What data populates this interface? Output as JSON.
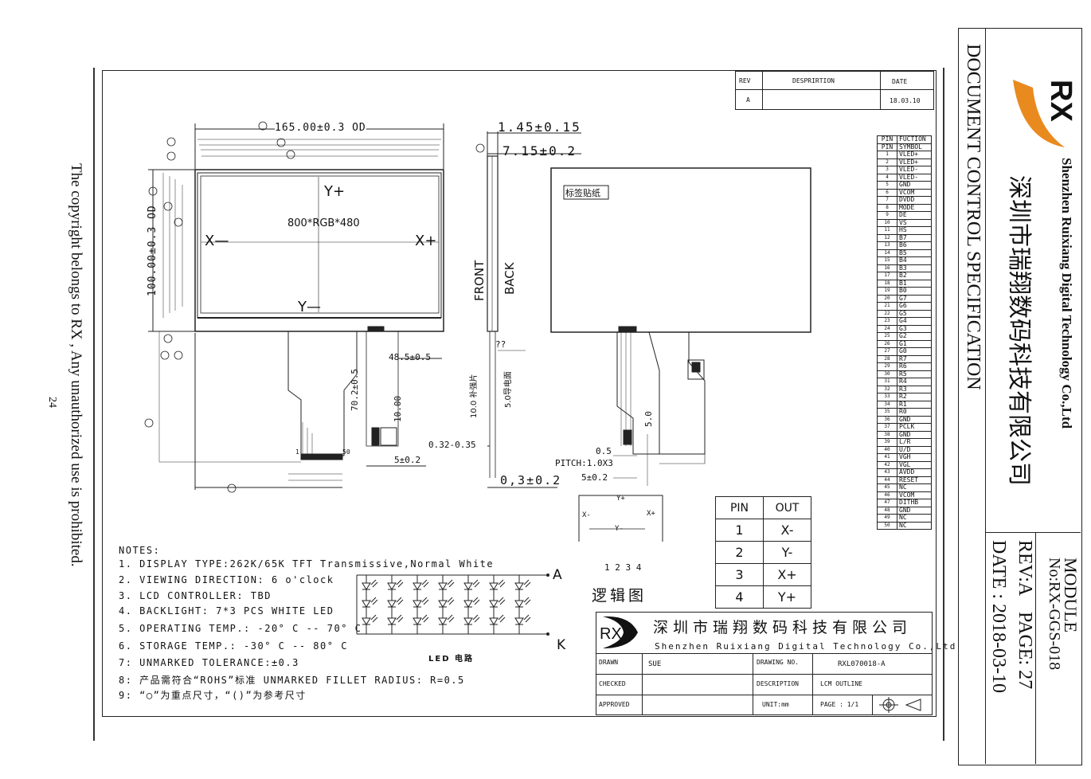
{
  "side_text": {
    "copyright": "The copyright belongs to RX , Any unauthorized use is prohibited.",
    "page_number": "24"
  },
  "right_panel": {
    "company_en": "Shenzhen Ruixiang Digital Technology Co.,Ltd",
    "company_cn": "深圳市瑞翔数码科技有限公司",
    "doc_title": "DOCUMENT CONTROL SPECIFICATION",
    "module": "MODULE",
    "doc_no": "No:RX-GGS-018",
    "rev": "REV:A",
    "page": "PAGE: 27",
    "date": "DATE : 2018-03-10",
    "logo_text": "RX",
    "logo_color": "#e98a1f"
  },
  "revision_table": {
    "headers": [
      "REV",
      "DESPRIRTION",
      "DATE"
    ],
    "rows": [
      [
        "A",
        "",
        "18.03.10"
      ]
    ]
  },
  "drawing": {
    "dim_width": "165.00±0.3 OD",
    "dim_height": "100.00±0.3 OD",
    "dim_thickness": "1.45±0.15",
    "dim_side": "7.15±0.2",
    "resolution": "800*RGB*480",
    "axis_yplus": "Y+",
    "axis_yminus": "Y—",
    "axis_xminus": "X—",
    "axis_xplus": "X+",
    "dim_fpc_width": "48.5±0.5",
    "dim_fpc_len": "70.2±0.5",
    "dim_10": "10.00",
    "dim_5": "5±0.2",
    "dim_032": "0.32-0.35",
    "front": "FRONT",
    "back": "BACK",
    "stiffener_1": "10.0 补强片",
    "stiffener_2": "5.0导电面",
    "dim_03": "0,3±0.2",
    "label_sticker": "标签贴纸",
    "dim_05": "0.5",
    "pitch": "PITCH:1.0X3",
    "dim_5b": "5±0.2",
    "dim_50": "5.0",
    "qq": "??",
    "pin_1": "1",
    "pin_50": "50"
  },
  "pin_table": {
    "header_left": "PIN",
    "header_right": "FUCTION",
    "sub_left": "PIN",
    "sub_right": "SYMBOL",
    "rows": [
      [
        "1",
        "VLED+"
      ],
      [
        "2",
        "VLED+"
      ],
      [
        "3",
        "VLED-"
      ],
      [
        "4",
        "VLED-"
      ],
      [
        "5",
        "GND"
      ],
      [
        "6",
        "VCOM"
      ],
      [
        "7",
        "DVDD"
      ],
      [
        "8",
        "MODE"
      ],
      [
        "9",
        "DE"
      ],
      [
        "10",
        "VS"
      ],
      [
        "11",
        "HS"
      ],
      [
        "12",
        "B7"
      ],
      [
        "13",
        "B6"
      ],
      [
        "14",
        "B5"
      ],
      [
        "15",
        "B4"
      ],
      [
        "16",
        "B3"
      ],
      [
        "17",
        "B2"
      ],
      [
        "18",
        "B1"
      ],
      [
        "19",
        "B0"
      ],
      [
        "20",
        "G7"
      ],
      [
        "21",
        "G6"
      ],
      [
        "22",
        "G5"
      ],
      [
        "23",
        "G4"
      ],
      [
        "24",
        "G3"
      ],
      [
        "25",
        "G2"
      ],
      [
        "26",
        "G1"
      ],
      [
        "27",
        "G0"
      ],
      [
        "28",
        "R7"
      ],
      [
        "29",
        "R6"
      ],
      [
        "30",
        "R5"
      ],
      [
        "31",
        "R4"
      ],
      [
        "32",
        "R3"
      ],
      [
        "33",
        "R2"
      ],
      [
        "34",
        "R1"
      ],
      [
        "35",
        "R0"
      ],
      [
        "36",
        "GND"
      ],
      [
        "37",
        "PCLK"
      ],
      [
        "38",
        "GND"
      ],
      [
        "39",
        "L/R"
      ],
      [
        "40",
        "U/D"
      ],
      [
        "41",
        "VGH"
      ],
      [
        "42",
        "VGL"
      ],
      [
        "43",
        "AVDD"
      ],
      [
        "44",
        "RESET"
      ],
      [
        "45",
        "NC"
      ],
      [
        "46",
        "VCOM"
      ],
      [
        "47",
        "DITHB"
      ],
      [
        "48",
        "GND"
      ],
      [
        "49",
        "NC"
      ],
      [
        "50",
        "NC"
      ]
    ]
  },
  "touch": {
    "headers": [
      "PIN",
      "OUT"
    ],
    "rows": [
      [
        "1",
        "X-"
      ],
      [
        "2",
        "Y-"
      ],
      [
        "3",
        "X+"
      ],
      [
        "4",
        "Y+"
      ]
    ],
    "diagram_yplus": "Y+",
    "diagram_yminus": "Y-",
    "diagram_xminus": "X-",
    "diagram_xplus": "X+",
    "diagram_pins": "1 2 3 4",
    "diagram_caption": "逻辑图"
  },
  "notes": {
    "title": "NOTES:",
    "items": [
      "1. DISPLAY TYPE:262K/65K TFT Transmissive,Normal White",
      "2. VIEWING DIRECTION:   6 o'clock",
      "3. LCD CONTROLLER: TBD",
      "4. BACKLIGHT: 7*3 PCS WHITE LED",
      "5. OPERATING TEMP.:  -20° C -- 70° C",
      "6. STORAGE TEMP.:    -30° C -- 80° C",
      "7: UNMARKED TOLERANCE:±0.3",
      "8: 产品需符合“ROHS”标准   UNMARKED FILLET RADIUS: R=0.5",
      "9: “◯”为重点尺寸，“()”为参考尺寸"
    ]
  },
  "led": {
    "anode": "A",
    "cathode": "K",
    "caption": "LED 电路"
  },
  "title_block": {
    "company_cn": "深圳市瑞翔数码科技有限公司",
    "company_en": "Shenzhen Ruixiang Digital Technology Co.,Ltd",
    "logo": "RX",
    "drawn_label": "DRAWN",
    "drawn_value": "SUE",
    "drawing_no_label": "DRAWING NO.",
    "drawing_no_value": "RXL070018-A",
    "checked_label": "CHECKED",
    "description_label": "DESCRIPTION",
    "description_value": "LCM OUTLINE",
    "approved_label": "APPROVED",
    "unit_label": "UNIT:mm",
    "page_label": "PAGE : 1/1"
  }
}
